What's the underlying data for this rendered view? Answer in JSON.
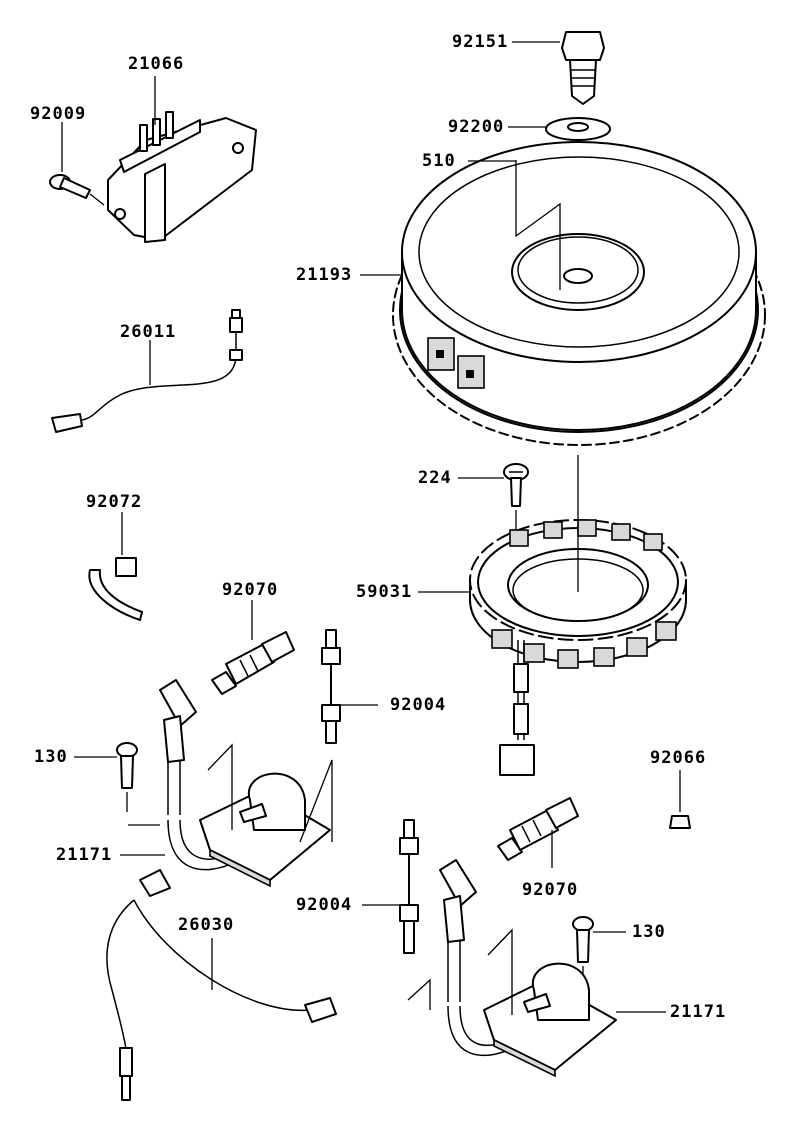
{
  "diagram": {
    "colors": {
      "line": "#000000",
      "background": "#ffffff",
      "shade": "#d9d9d9"
    },
    "callouts": {
      "bolt_top": "92151",
      "washer": "92200",
      "key": "510",
      "flywheel": "21193",
      "regulator": "21066",
      "regulator_bolt": "92009",
      "lead_wire": "26011",
      "clamp": "92072",
      "plug_left": "92070",
      "stud_left": "92004",
      "screw_stator": "224",
      "stator": "59031",
      "bolt_left": "130",
      "coil_left": "21171",
      "harness": "26030",
      "stud_right": "92004",
      "plug_right": "92070",
      "cap": "92066",
      "bolt_right": "130",
      "coil_right": "21171"
    }
  }
}
